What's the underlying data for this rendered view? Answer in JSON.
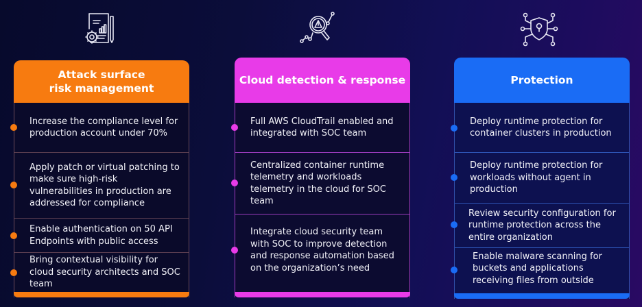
{
  "columns": [
    {
      "id": "attack-surface",
      "icon": "document-chart-gear-icon",
      "title": "Attack surface\nrisk management",
      "accent": "#f77b10",
      "items": [
        "Increase the compliance level for production account under 70%",
        "Apply patch or virtual patching to make sure high-risk vulnerabilities in production are addressed for compliance",
        "Enable authentication on 50 API Endpoints with public access",
        "Bring contextual visibility for cloud security architects and SOC team"
      ]
    },
    {
      "id": "cloud-detection",
      "icon": "magnifier-warning-icon",
      "title": "Cloud detection & response",
      "accent": "#e83be8",
      "items": [
        "Full AWS CloudTrail enabled and integrated with SOC team",
        "Centralized container runtime telemetry and workloads telemetry in the cloud for SOC team",
        "Integrate cloud security team with SOC to improve detection and response automation based on the organization’s need"
      ]
    },
    {
      "id": "protection",
      "icon": "shield-circuit-icon",
      "title": "Protection",
      "accent": "#1a6cf5",
      "items": [
        "Deploy runtime protection for container clusters in production",
        "Deploy runtime protection for workloads without agent in production",
        "Review security configuration for runtime protection across the entire organization",
        "Enable malware scanning for buckets and applications receiving files from outside"
      ]
    }
  ]
}
